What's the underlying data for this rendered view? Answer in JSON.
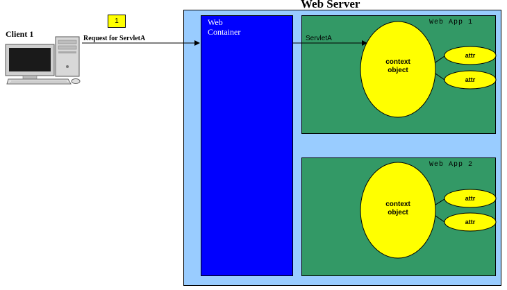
{
  "server": {
    "title": "Web Server"
  },
  "container": {
    "label_line1": "Web",
    "label_line2": "Container"
  },
  "apps": [
    {
      "title": "Web App 1",
      "context_line1": "context",
      "context_line2": "object",
      "attrs": [
        "attr",
        "attr"
      ]
    },
    {
      "title": "Web App 2",
      "context_line1": "context",
      "context_line2": "object",
      "attrs": [
        "attr",
        "attr"
      ]
    }
  ],
  "client": {
    "label": "Client 1"
  },
  "request": {
    "label": "Request for ServletA",
    "step": "1"
  },
  "servlet": {
    "label": "ServletA"
  },
  "colors": {
    "server_bg": "#99ccff",
    "container_bg": "#0000ff",
    "app_bg": "#339966",
    "context_fill": "#ffff00",
    "badge_fill": "#ffff00"
  }
}
